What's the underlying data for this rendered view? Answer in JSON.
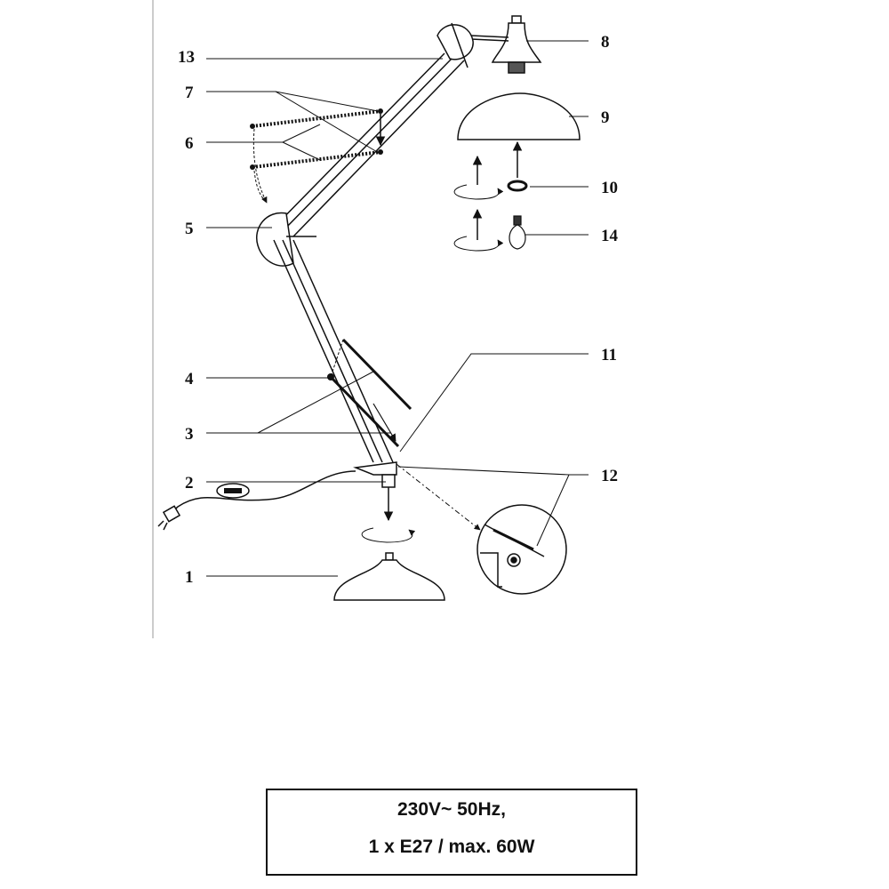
{
  "callouts": [
    {
      "id": "c1",
      "label": "1"
    },
    {
      "id": "c2",
      "label": "2"
    },
    {
      "id": "c3",
      "label": "3"
    },
    {
      "id": "c4",
      "label": "4"
    },
    {
      "id": "c5",
      "label": "5"
    },
    {
      "id": "c6",
      "label": "6"
    },
    {
      "id": "c7",
      "label": "7"
    },
    {
      "id": "c8",
      "label": "8"
    },
    {
      "id": "c9",
      "label": "9"
    },
    {
      "id": "c10",
      "label": "10"
    },
    {
      "id": "c11",
      "label": "11"
    },
    {
      "id": "c12",
      "label": "12"
    },
    {
      "id": "c13",
      "label": "13"
    },
    {
      "id": "c14",
      "label": "14"
    }
  ],
  "spec": {
    "line1": "230V~ 50Hz,",
    "line2": "1 x E27 / max. 60W"
  }
}
